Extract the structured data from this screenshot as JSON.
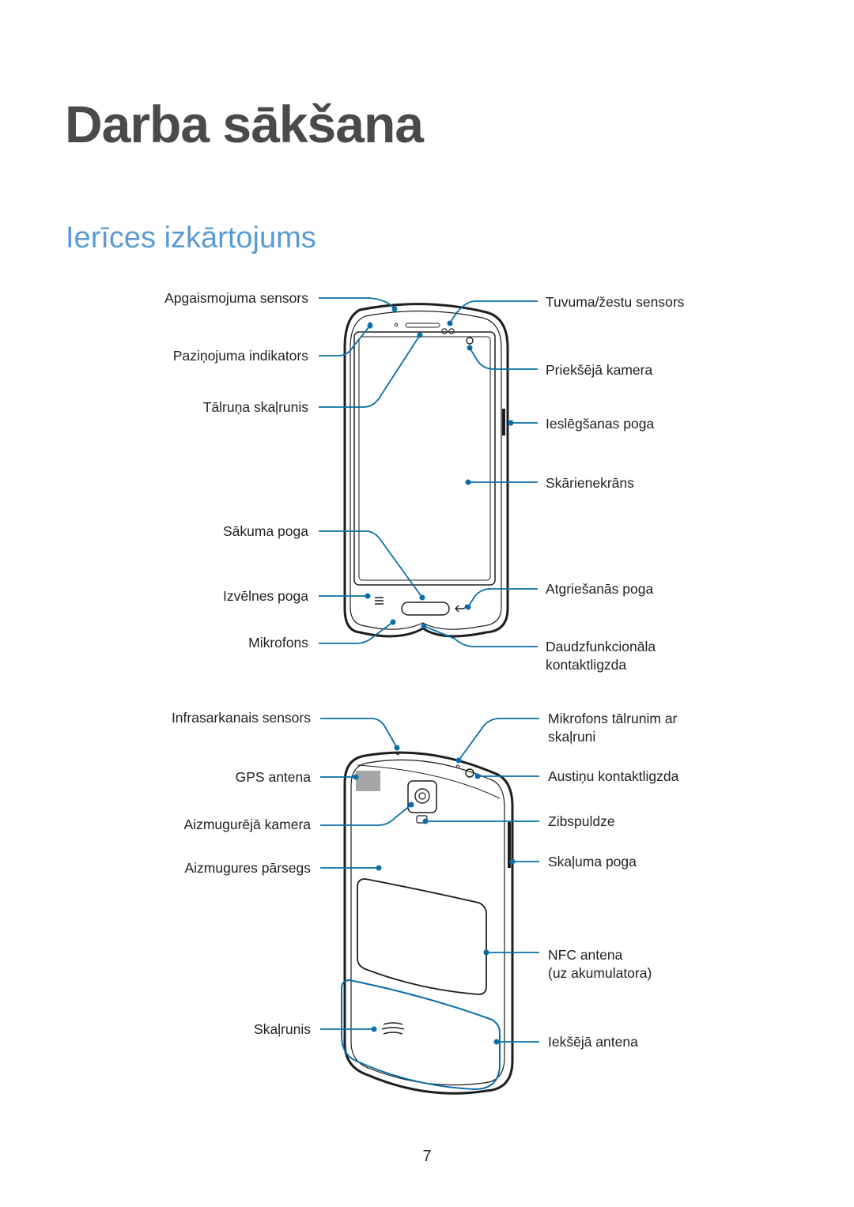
{
  "chapter_title": "Darba sākšana",
  "section_title": "Ierīces izkārtojums",
  "front_labels": {
    "ambient_light_sensor": "Apgaismojuma sensors",
    "notification_indicator": "Paziņojuma indikators",
    "earpiece": "Tālruņa skaļrunis",
    "home_button": "Sākuma poga",
    "menu_button": "Izvēlnes poga",
    "microphone": "Mikrofons",
    "proximity_sensor": "Tuvuma/žestu sensors",
    "front_camera": "Priekšējā kamera",
    "power_button": "Ieslēgšanas poga",
    "touch_screen": "Skārienekrāns",
    "back_button": "Atgriešanās poga",
    "multipurpose_jack_line1": "Daudzfunkcionāla",
    "multipurpose_jack_line2": "kontaktligzda"
  },
  "back_labels": {
    "ir_sensor": "Infrasarkanais sensors",
    "gps_antenna": "GPS antena",
    "rear_camera": "Aizmugurējā kamera",
    "back_cover": "Aizmugures pārsegs",
    "speaker": "Skaļrunis",
    "speakerphone_mic_line1": "Mikrofons tālrunim ar",
    "speakerphone_mic_line2": "skaļruni",
    "headset_jack": "Austiņu kontaktligzda",
    "flash": "Zibspuldze",
    "volume_button": "Skaļuma poga",
    "nfc_antenna_line1": "NFC antena",
    "nfc_antenna_line2": "(uz akumulatora)",
    "internal_antenna": "Iekšējā antena"
  },
  "page_number": "7",
  "colors": {
    "title": "#4a4a4a",
    "section_title": "#5b9bd5",
    "callout": "#0a6ea8",
    "phone_outline": "#1e1e1e"
  }
}
